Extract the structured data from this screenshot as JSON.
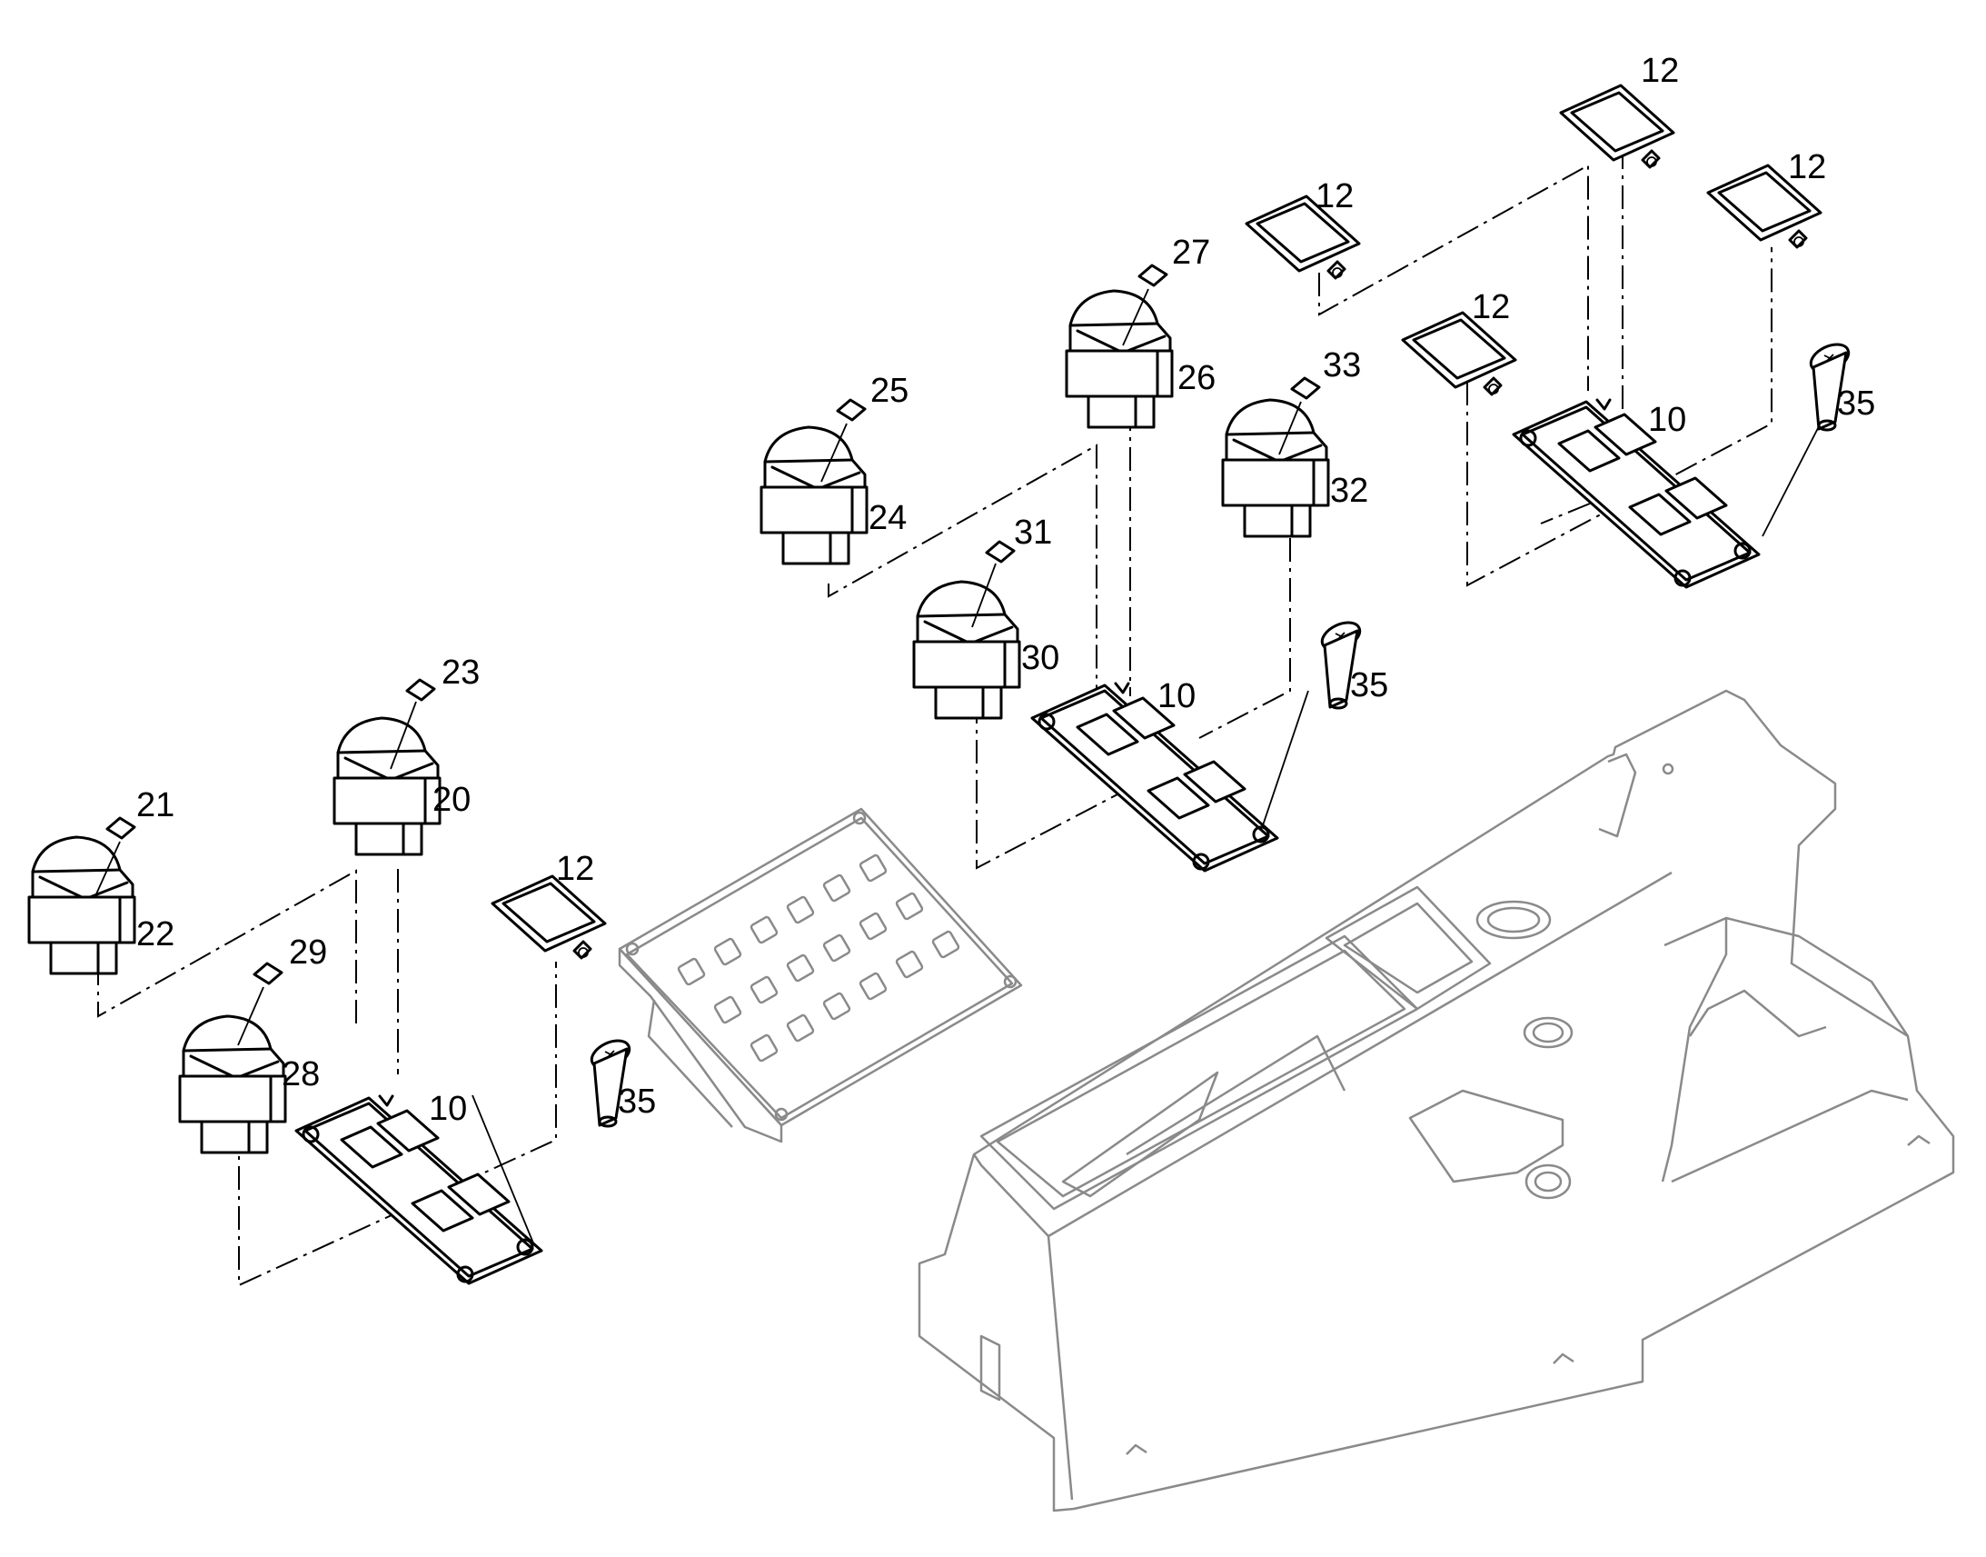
{
  "diagram": {
    "callouts": {
      "c10a": "10",
      "c10b": "10",
      "c10c": "10",
      "c12a": "12",
      "c12b": "12",
      "c12c": "12",
      "c12d": "12",
      "c12e": "12",
      "c20": "20",
      "c21": "21",
      "c22": "22",
      "c23": "23",
      "c24": "24",
      "c25": "25",
      "c26": "26",
      "c27": "27",
      "c28": "28",
      "c29": "29",
      "c30": "30",
      "c31": "31",
      "c32": "32",
      "c33": "33",
      "c35a": "35",
      "c35b": "35",
      "c35c": "35"
    }
  }
}
